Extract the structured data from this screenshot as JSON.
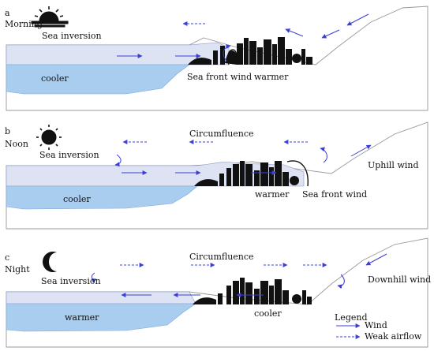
{
  "panels": [
    {
      "letter": "a",
      "time": "Morning",
      "icon": "sunrise-icon",
      "labels": {
        "sea_inversion": "Sea inversion",
        "sea_temp": "cooler",
        "city_temp": "warmer",
        "sea_front_wind": "Sea front wind"
      }
    },
    {
      "letter": "b",
      "time": "Noon",
      "icon": "sun-icon",
      "labels": {
        "circumfluence": "Circumfluence",
        "sea_inversion": "Sea inversion",
        "sea_temp": "cooler",
        "city_temp": "warmer",
        "sea_front_wind": "Sea front wind",
        "slope_wind": "Uphill wind"
      }
    },
    {
      "letter": "c",
      "time": "Night",
      "icon": "moon-icon",
      "labels": {
        "circumfluence": "Circumfluence",
        "sea_inversion": "Sea inversion",
        "sea_temp": "warmer",
        "city_temp": "cooler",
        "slope_wind": "Downhill wind"
      }
    }
  ],
  "legend": {
    "title": "Legend",
    "wind": "Wind",
    "weak_airflow": "Weak airflow"
  },
  "colors": {
    "arrow": "#3a3fd6",
    "sea": "#a9cdee",
    "air_layer": "#dde3f3",
    "city": "#111111",
    "terrain_line": "#999999"
  }
}
